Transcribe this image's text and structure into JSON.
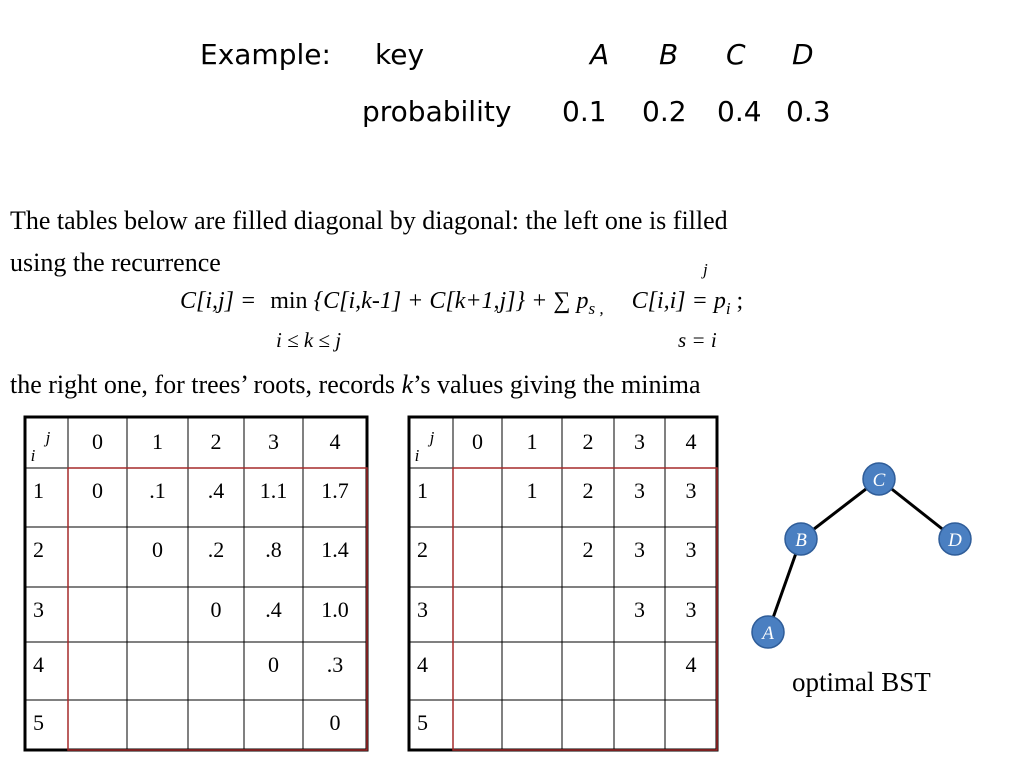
{
  "header": {
    "example_label": "Example:",
    "key_label": "key",
    "keys": [
      "A",
      "B",
      "C",
      "D"
    ],
    "probability_label": "probability",
    "probabilities": [
      "0.1",
      "0.2",
      "0.4",
      "0.3"
    ]
  },
  "description": {
    "line1": "The tables below are filled diagonal by diagonal: the left one is filled",
    "line2": "using the recurrence"
  },
  "formula": {
    "lhs": "C[i,j] =",
    "min": "min",
    "body": "{C[i,k-1] + C[k+1,j]} + ∑ p",
    "sum_sub": "s ,",
    "sum_top": "j",
    "range": "i ≤ k ≤ j",
    "sum_range": "s = i",
    "base": "C[i,i] = p",
    "base_sub": "i",
    "base_end": ";"
  },
  "roots_line": {
    "before": "the right one, for trees’ roots, records ",
    "k": "k",
    "after": "’s values giving the minima"
  },
  "cost_table": {
    "corner_i": "i",
    "corner_j": "j",
    "col_headers": [
      "0",
      "1",
      "2",
      "3",
      "4"
    ],
    "row_headers": [
      "1",
      "2",
      "3",
      "4",
      "5"
    ],
    "cells": [
      [
        "0",
        ".1",
        ".4",
        "1.1",
        "1.7"
      ],
      [
        "",
        "0",
        ".2",
        ".8",
        "1.4"
      ],
      [
        "",
        "",
        "0",
        ".4",
        "1.0"
      ],
      [
        "",
        "",
        "",
        "0",
        ".3"
      ],
      [
        "",
        "",
        "",
        "",
        "0"
      ]
    ]
  },
  "root_table": {
    "corner_i": "i",
    "corner_j": "j",
    "col_headers": [
      "0",
      "1",
      "2",
      "3",
      "4"
    ],
    "row_headers": [
      "1",
      "2",
      "3",
      "4",
      "5"
    ],
    "cells": [
      [
        "",
        "1",
        "2",
        "3",
        "3"
      ],
      [
        "",
        "",
        "2",
        "3",
        "3"
      ],
      [
        "",
        "",
        "",
        "3",
        "3"
      ],
      [
        "",
        "",
        "",
        "",
        "4"
      ],
      [
        "",
        "",
        "",
        "",
        ""
      ]
    ]
  },
  "tree": {
    "nodes": [
      "C",
      "B",
      "D",
      "A"
    ],
    "caption": "optimal BST",
    "node_color": "#4a7fc1",
    "border_color": "#a52a2a"
  }
}
